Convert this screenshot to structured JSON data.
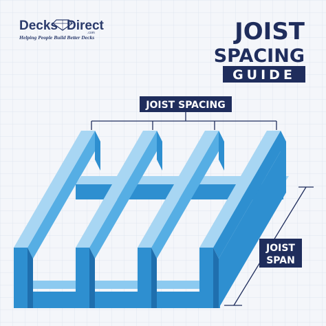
{
  "logo": {
    "brand_left": "Decks",
    "brand_right": "Direct",
    "domain_suffix": ".com",
    "tagline": "Helping People Build Better Decks"
  },
  "title": {
    "line1": "JOIST",
    "line2": "SPACING",
    "line3": "GUIDE"
  },
  "labels": {
    "joist_spacing": "JOIST SPACING",
    "joist_span_line1": "JOIST",
    "joist_span_line2": "SPAN"
  },
  "colors": {
    "navy": "#1f2d5c",
    "background": "#f4f6fa",
    "grid": "#dfe6f0",
    "joist_front": "#2e8fd0",
    "joist_side": "#56aee4",
    "joist_top": "#a8d6f3",
    "joist_dark": "#1f6fae",
    "logo_text": "#2a3a6b"
  },
  "icons": [
    "diamond-logo-icon"
  ]
}
